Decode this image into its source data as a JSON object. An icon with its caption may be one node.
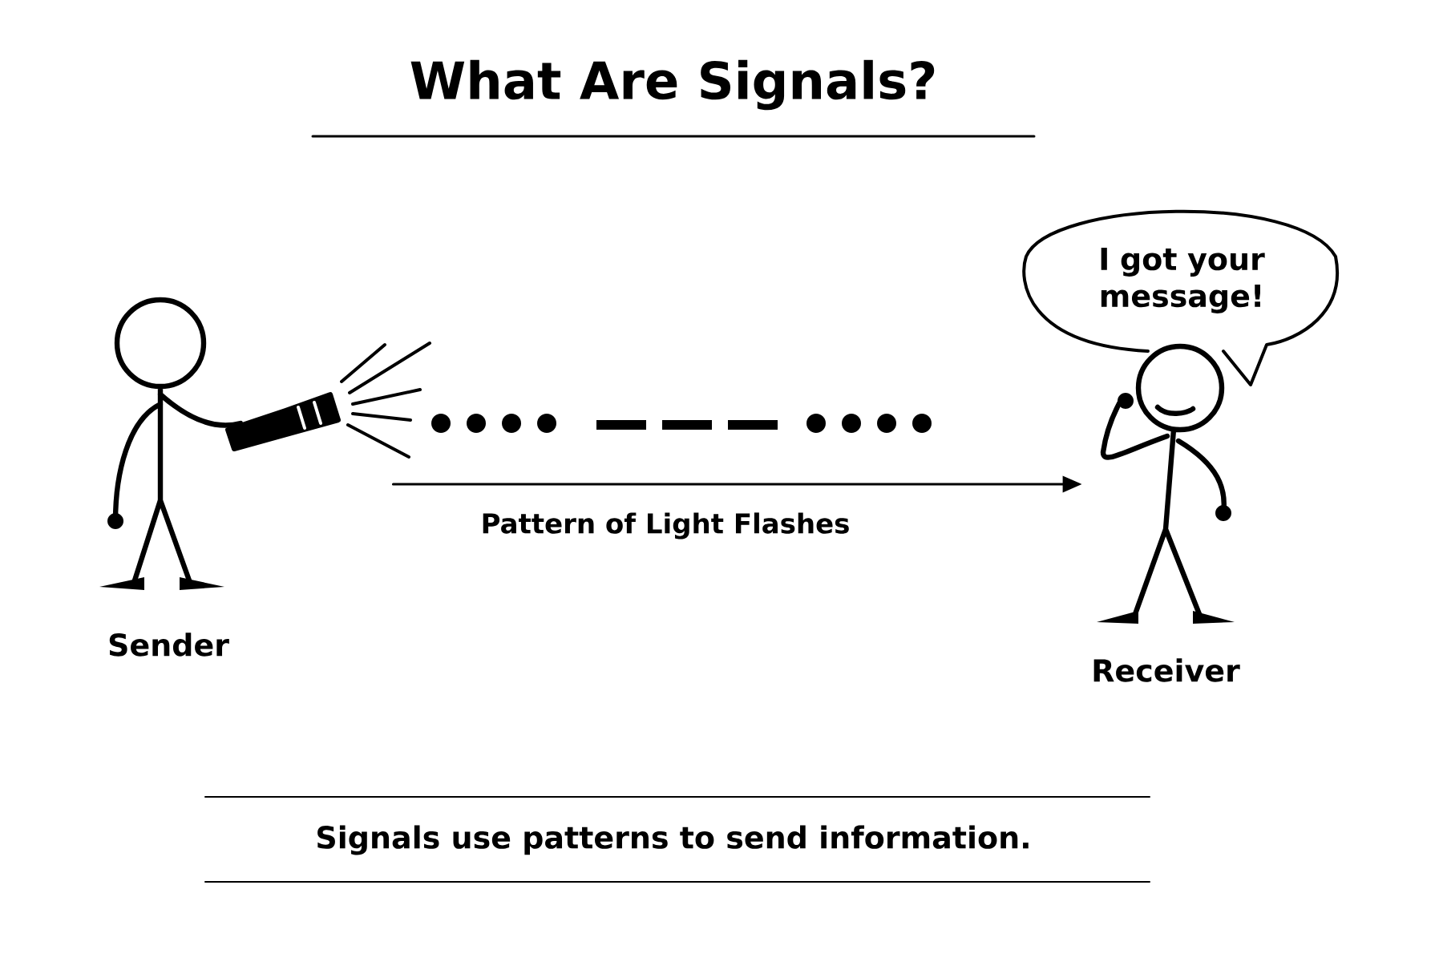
{
  "diagram": {
    "title": "What Are Signals?",
    "caption": "Signals use patterns to send information.",
    "nodes": [
      {
        "text": [
          "Sender"
        ]
      },
      {
        "text": [
          "Receiver"
        ]
      },
      {
        "text": [
          "I got your message!"
        ]
      }
    ],
    "edges": [
      {
        "from": 0,
        "to": 1,
        "arrow": "to",
        "label": "Pattern of Light Flashes"
      }
    ]
  }
}
